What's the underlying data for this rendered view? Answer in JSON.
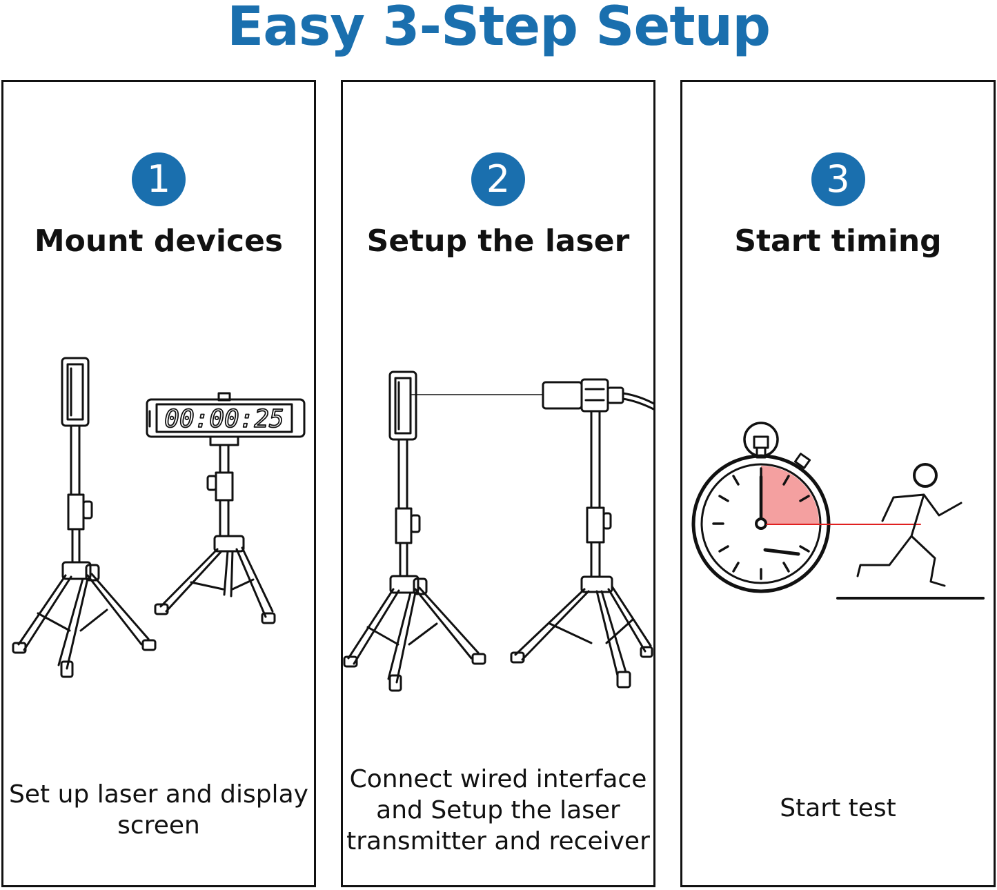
{
  "title": "Easy 3-Step Setup",
  "colors": {
    "accent": "#1a6fae",
    "laser_red": "#e02020",
    "sweep": "#f4a0a0",
    "ink": "#111111"
  },
  "steps": [
    {
      "number": "1",
      "title": "Mount devices",
      "description": [
        "Set up laser and display",
        "screen"
      ],
      "illustration": "tripods-with-laser-and-display-icon",
      "display_readout": "00:00:25"
    },
    {
      "number": "2",
      "title": "Setup the laser",
      "description": [
        "Connect wired interface",
        "and Setup the laser",
        "transmitter and receiver"
      ],
      "illustration": "laser-transmitter-receiver-icon"
    },
    {
      "number": "3",
      "title": "Start timing",
      "description": [
        "Start test"
      ],
      "illustration": "stopwatch-runner-icon"
    }
  ]
}
